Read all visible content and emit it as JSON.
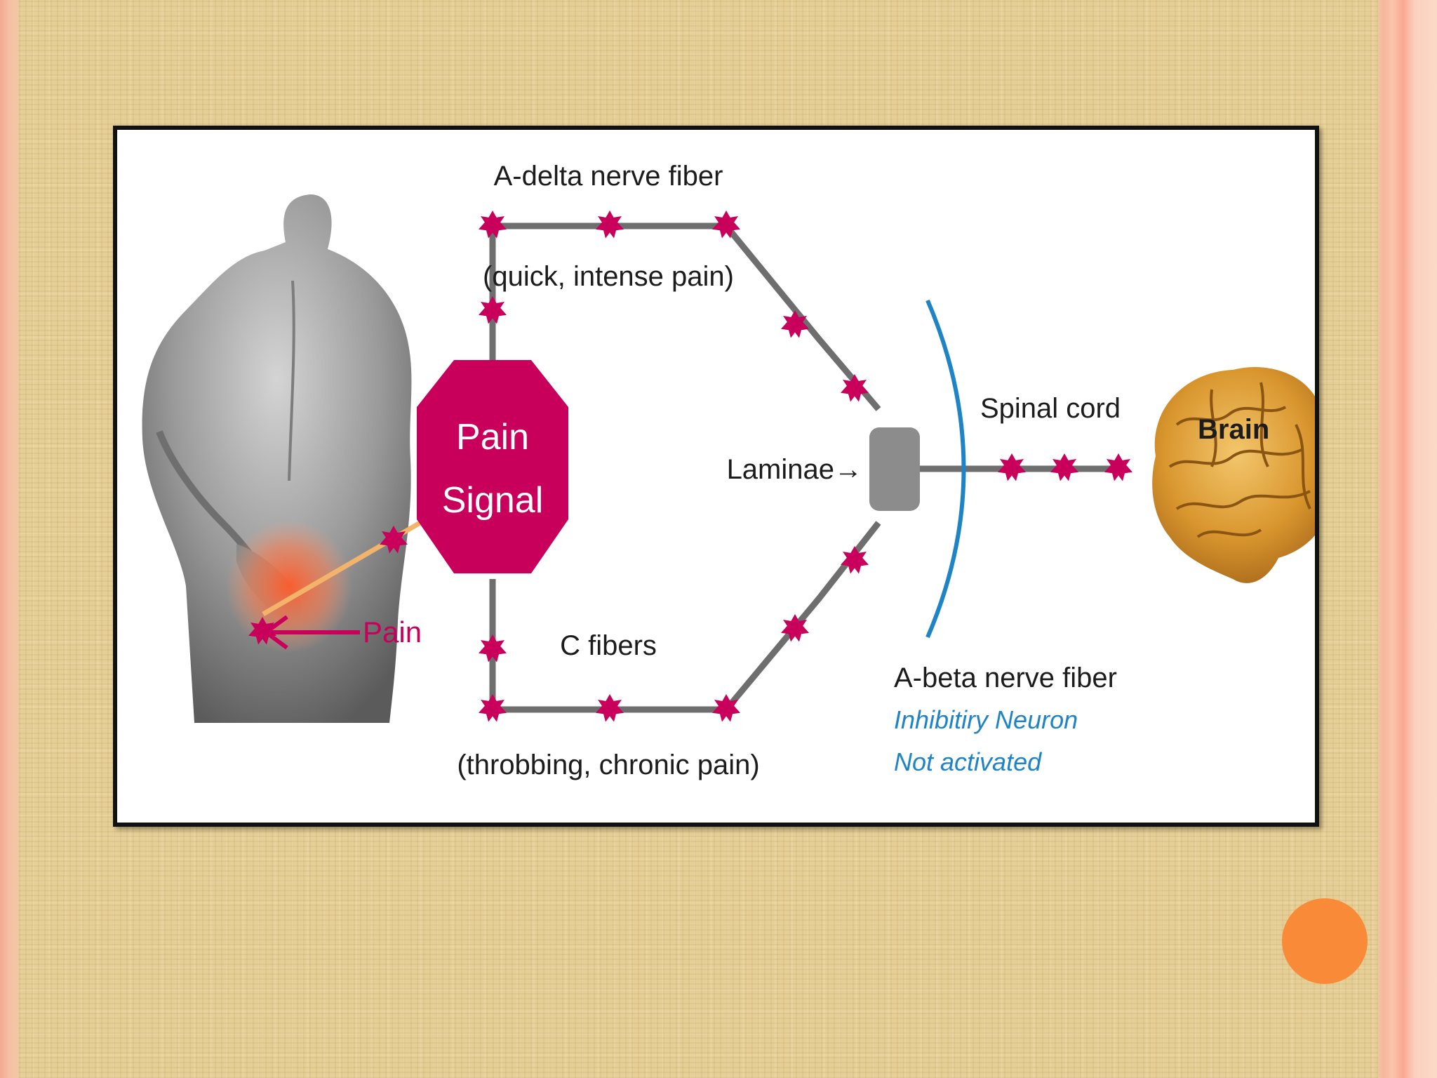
{
  "diagram": {
    "a_delta_label": "A-delta nerve fiber",
    "a_delta_desc": "(quick, intense pain)",
    "pain_signal_line1": "Pain",
    "pain_signal_line2": "Signal",
    "pain_label": "Pain",
    "c_fibers_label": "C fibers",
    "c_fibers_desc": "(throbbing, chronic pain)",
    "laminae_label": "Laminae→",
    "spinal_cord_label": "Spinal cord",
    "brain_label": "Brain",
    "a_beta_label": "A-beta nerve fiber",
    "inhibitory_line1": "Inhibitiry Neuron",
    "inhibitory_line2": "Not activated"
  },
  "colors": {
    "accent_magenta": "#c8005c",
    "fiber_gray": "#6e6e6e",
    "inhibitory_blue": "#1f84c6",
    "slide_background": "#e6cf97",
    "orange_dot": "#f98a37"
  }
}
